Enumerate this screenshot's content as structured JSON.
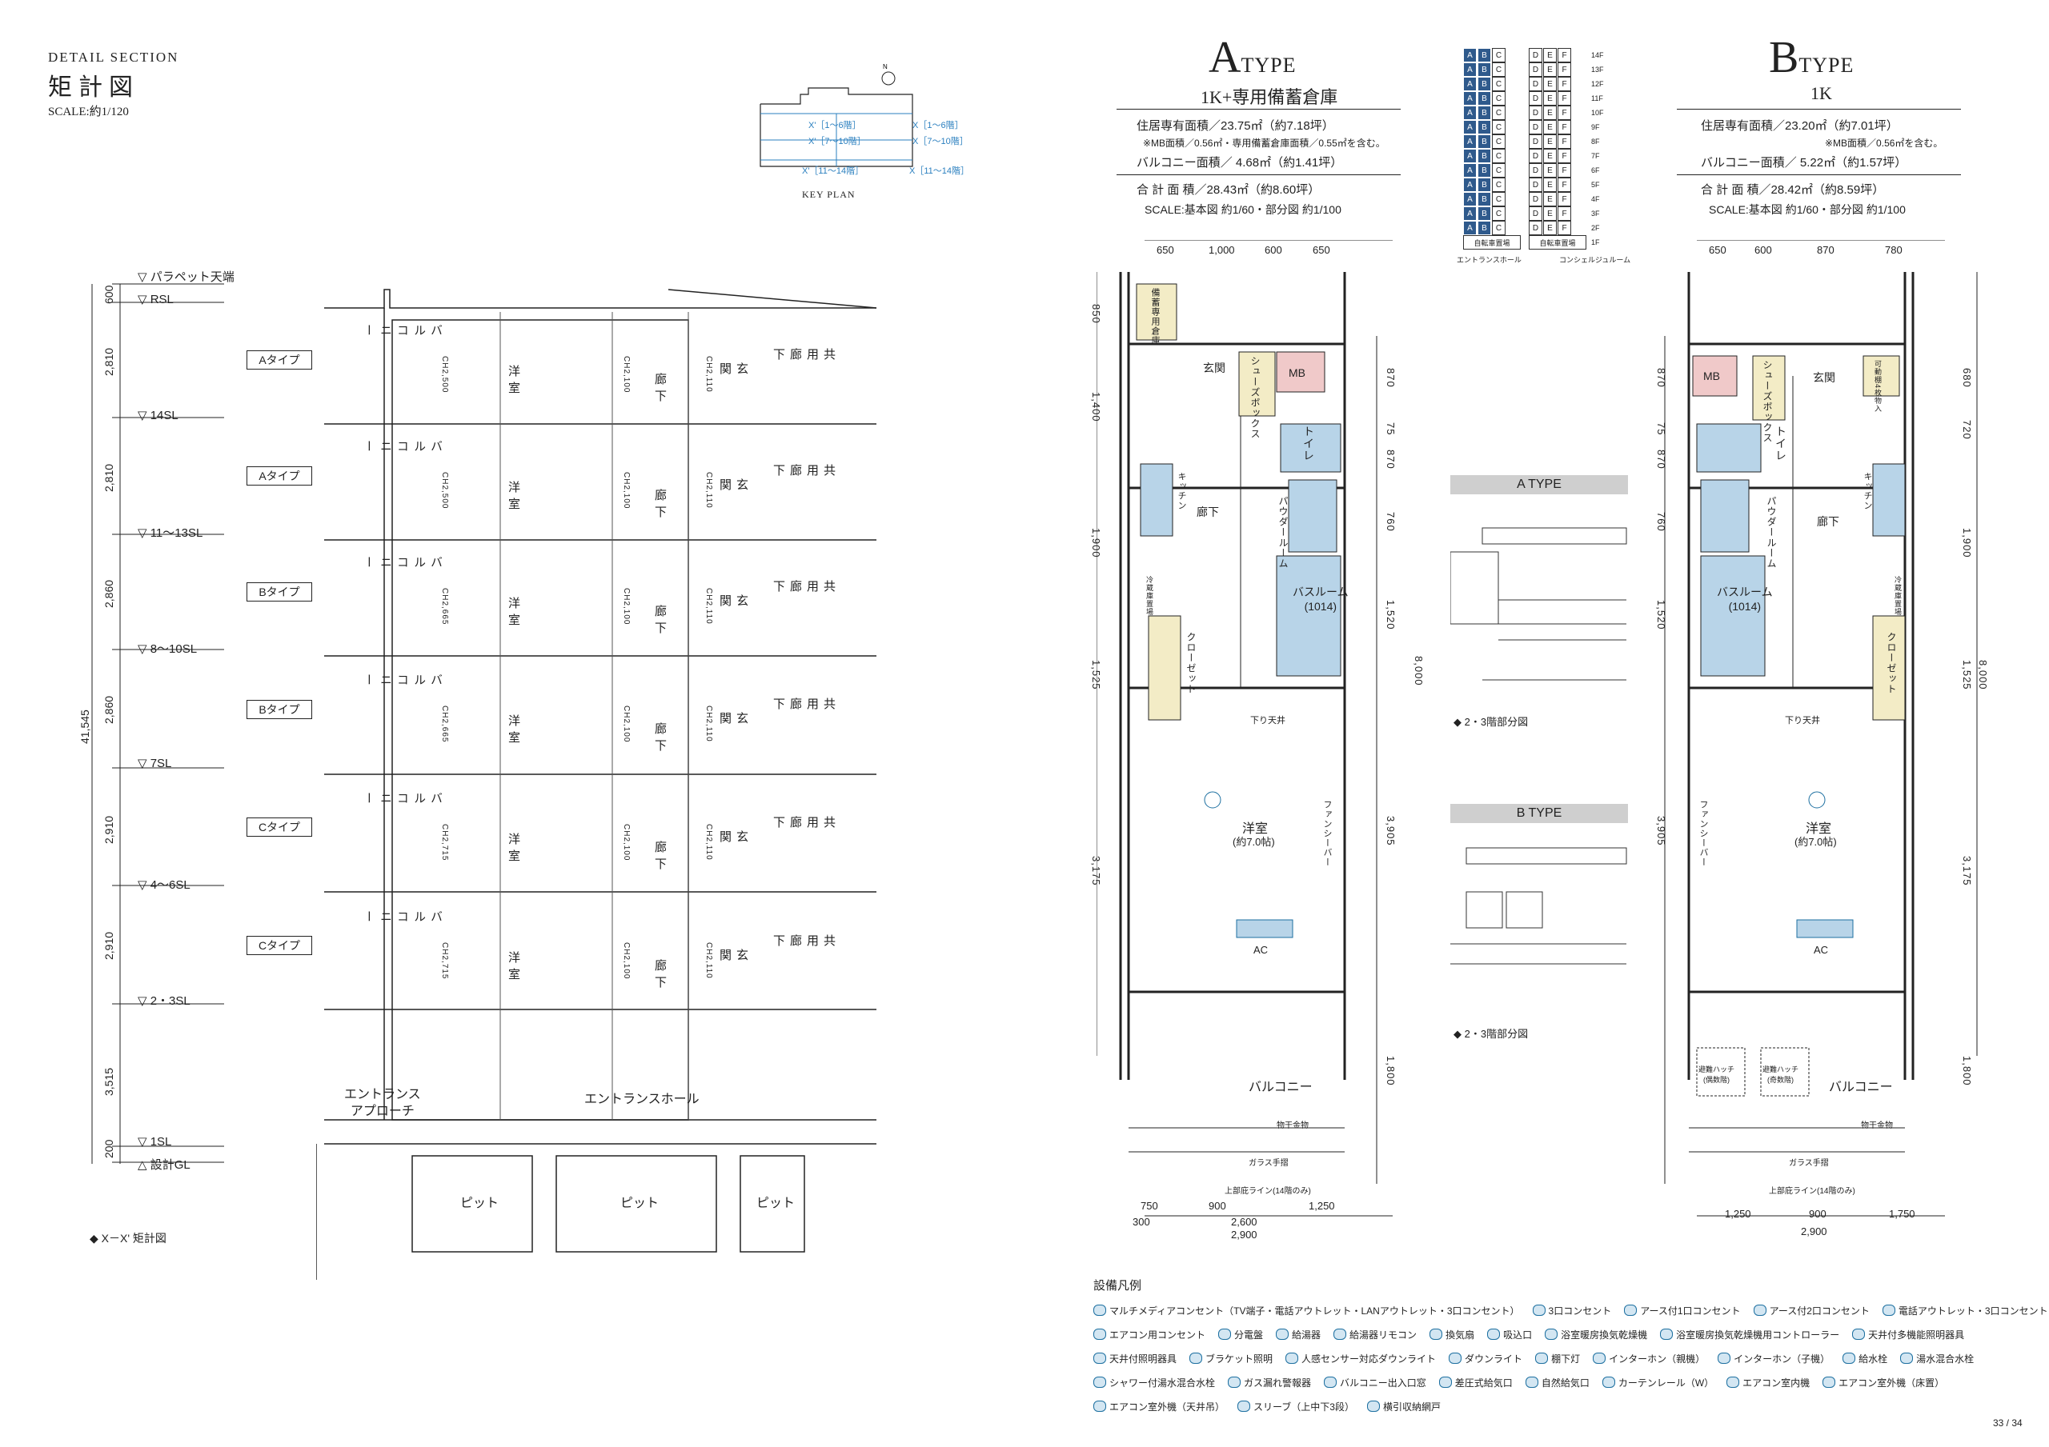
{
  "header": {
    "en": "DETAIL SECTION",
    "ja": "矩計図",
    "scale": "SCALE:約1/120"
  },
  "keyplan": {
    "label": "KEY PLAN",
    "marks": [
      "X'［1〜6階］",
      "X［1〜6階］",
      "X'［7〜10階］",
      "X［7〜10階］",
      "X'［11〜14階］",
      "X［11〜14階］"
    ]
  },
  "section": {
    "levels": [
      "▽ パラペット天端",
      "▽ RSL",
      "▽ 14SL",
      "▽ 11〜13SL",
      "▽ 8〜10SL",
      "▽ 7SL",
      "▽ 4〜6SL",
      "▽ 2・3SL",
      "▽ 1SL",
      "△ 設計GL"
    ],
    "dims": [
      "600",
      "2,810",
      "2,810",
      "2,860",
      "2,860",
      "2,910",
      "2,910",
      "3,515",
      "200"
    ],
    "total": "41,545",
    "types": [
      "Aタイプ",
      "Aタイプ",
      "Bタイプ",
      "Bタイプ",
      "Cタイプ",
      "Cタイプ"
    ],
    "floor_rooms": {
      "balcony": "バルコニー",
      "western": "洋室",
      "corridor": "廊下",
      "entry": "玄関",
      "common": "共用廊下"
    },
    "heights": [
      {
        "ceil": "CH2,500",
        "cor": "CH2,100",
        "ent": "CH2,110"
      },
      {
        "ceil": "CH2,500",
        "cor": "CH2,100",
        "ent": "CH2,110"
      },
      {
        "ceil": "CH2,665",
        "cor": "CH2,100",
        "ent": "CH2,110"
      },
      {
        "ceil": "CH2,665",
        "cor": "CH2,100",
        "ent": "CH2,110"
      },
      {
        "ceil": "CH2,715",
        "cor": "CH2,100",
        "ent": "CH2,110"
      },
      {
        "ceil": "CH2,715",
        "cor": "CH2,100",
        "ent": "CH2,110"
      }
    ],
    "entrance_approach": "エントランス\nアプローチ",
    "entrance_hall": "エントランスホール",
    "pits": [
      "ピット",
      "ピット",
      "ピット"
    ],
    "note": "◆ X－X' 矩計図"
  },
  "typeA": {
    "letter": "A",
    "word": "TYPE",
    "sub": "1K+専用備蓄倉庫",
    "area_living": "住居専有面積／23.75㎡（約7.18坪）",
    "area_note": "※MB面積／0.56㎡・専用備蓄倉庫面積／0.55㎡を含む。",
    "area_balcony": "バルコニー面積／ 4.68㎡（約1.41坪）",
    "area_total": "合 計 面 積／28.43㎡（約8.60坪）",
    "scale": "SCALE:基本図 約1/60・部分図 約1/100",
    "dims_top": [
      "650",
      "1,000",
      "600",
      "650"
    ],
    "dims_bottom": [
      "750",
      "900",
      "1,250",
      "300",
      "2,600",
      "2,900"
    ],
    "dims_left": [
      "850",
      "1,400",
      "1,900",
      "1,525",
      "3,175"
    ],
    "dims_right": [
      "870",
      "75",
      "870",
      "760",
      "1,520",
      "8,000",
      "3,905",
      "1,800"
    ],
    "rooms": {
      "storage": "備蓄専用倉庫",
      "entry": "玄関",
      "mb": "MB",
      "shoes": "シューズボックス",
      "toilet": "トイレ",
      "corridor": "廊下",
      "kitchen": "キッチン",
      "powder": "パウダールーム",
      "bath": "バスルーム\n(1014)",
      "closet": "クローゼット",
      "western": "洋室",
      "western_size": "(約7.0帖)",
      "balcony": "バルコニー",
      "fridge": "冷蔵庫置場",
      "ceiling_down": "下り天井",
      "glass": "ガラス手摺",
      "dryer": "物干金物",
      "upper_line": "上部庇ライン(14階のみ)",
      "ac": "AC",
      "fan": "ファンシーバー"
    }
  },
  "typeB": {
    "letter": "B",
    "word": "TYPE",
    "sub": "1K",
    "area_living": "住居専有面積／23.20㎡（約7.01坪）",
    "area_note": "※MB面積／0.56㎡を含む。",
    "area_balcony": "バルコニー面積／ 5.22㎡（約1.57坪）",
    "area_total": "合 計 面 積／28.42㎡（約8.59坪）",
    "scale": "SCALE:基本図 約1/60・部分図 約1/100",
    "dims_top": [
      "650",
      "600",
      "870",
      "780"
    ],
    "dims_bottom": [
      "1,250",
      "900",
      "1,750",
      "2,900"
    ],
    "dims_left": [
      "870",
      "75",
      "870",
      "760",
      "1,520",
      "3,905"
    ],
    "dims_right": [
      "680",
      "720",
      "1,900",
      "1,525",
      "8,000",
      "3,175",
      "1,800"
    ],
    "rooms": {
      "mb": "MB",
      "shoes": "シューズボックス",
      "entry": "玄関",
      "storage": "可動棚4枚物入",
      "toilet": "トイレ",
      "corridor": "廊下",
      "kitchen": "キッチン",
      "powder": "パウダールーム",
      "bath": "バスルーム\n(1014)",
      "closet": "クローゼット",
      "western": "洋室",
      "western_size": "(約7.0帖)",
      "balcony": "バルコニー",
      "fridge": "冷蔵庫置場",
      "hatch1": "避難ハッチ\n(偶数階)",
      "hatch2": "避難ハッチ\n(奇数階)",
      "ceiling_down": "下り天井",
      "glass": "ガラス手摺",
      "dryer": "物干金物",
      "upper_line": "上部庇ライン(14階のみ)",
      "ac": "AC",
      "fan": "ファンシーバー"
    }
  },
  "floor_grid": {
    "floors": [
      "14F",
      "13F",
      "12F",
      "11F",
      "10F",
      "9F",
      "8F",
      "7F",
      "6F",
      "5F",
      "4F",
      "3F",
      "2F",
      "1F"
    ],
    "cols_abc": [
      "A",
      "B",
      "C"
    ],
    "cols_def": [
      "D",
      "E",
      "F"
    ],
    "ground_left": "自転車置場",
    "ground_right": "自転車置場",
    "label_left": "エントランスホール",
    "label_right": "コンシェルジュルーム"
  },
  "partials": {
    "a_header": "A TYPE",
    "b_header": "B TYPE",
    "a_caption": "◆ 2・3階部分図",
    "b_caption": "◆ 2・3階部分図"
  },
  "legend": {
    "title": "設備凡例",
    "rows": [
      [
        "マルチメディアコンセント（TV端子・電話アウトレット・LANアウトレット・3口コンセント）",
        "3口コンセント",
        "アース付1口コンセント",
        "アース付2口コンセント",
        "電話アウトレット・3口コンセント"
      ],
      [
        "エアコン用コンセント",
        "分電盤",
        "給湯器",
        "給湯器リモコン",
        "換気扇",
        "吸込口",
        "浴室暖房換気乾燥機",
        "浴室暖房換気乾燥機用コントローラー",
        "天井付多機能照明器具"
      ],
      [
        "天井付照明器具",
        "ブラケット照明",
        "人感センサー対応ダウンライト",
        "ダウンライト",
        "棚下灯",
        "インターホン（親機）",
        "インターホン（子機）",
        "給水栓",
        "湯水混合水栓"
      ],
      [
        "シャワー付湯水混合水栓",
        "ガス漏れ警報器",
        "バルコニー出入口窓",
        "差圧式給気口",
        "自然給気口",
        "カーテンレール（W）",
        "エアコン室内機",
        "エアコン室外機（床置）"
      ],
      [
        "エアコン室外機（天井吊）",
        "スリーブ（上中下3段）",
        "横引収納網戸"
      ]
    ]
  },
  "page_number": "33 / 34",
  "colors": {
    "accent_blue": "#2f5a8c",
    "fixture_blue": "#b8d4e8",
    "closet_yellow": "#f3ecc6",
    "mb_pink": "#f0c9c9",
    "line": "#222222"
  }
}
